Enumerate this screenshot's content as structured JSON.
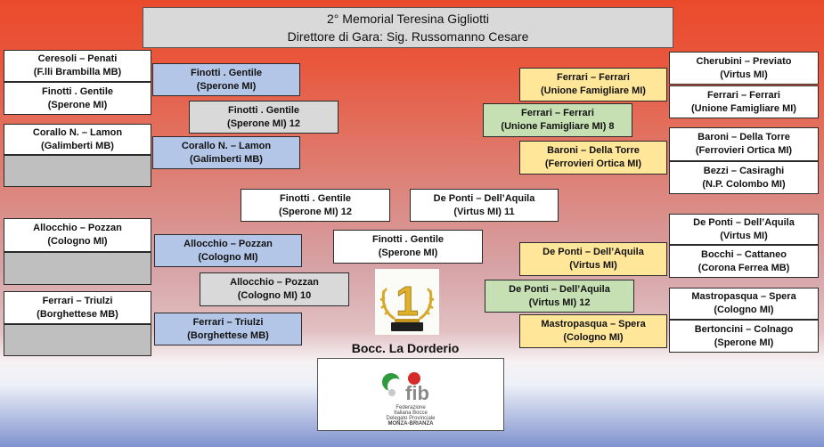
{
  "header": {
    "title": "2° Memorial Teresina Gigliotti",
    "subtitle": "Direttore di Gara: Sig. Russomanno Cesare"
  },
  "left_round1": [
    {
      "names": "Ceresoli – Penati",
      "club": "(F.lli Brambilla MB)"
    },
    {
      "names": "Finotti . Gentile",
      "club": "(Sperone MI)"
    },
    {
      "names": "Corallo N. – Lamon",
      "club": "(Galimberti MB)"
    },
    {
      "names": "",
      "club": ""
    },
    {
      "names": "Allocchio – Pozzan",
      "club": "(Cologno MI)"
    },
    {
      "names": "",
      "club": ""
    },
    {
      "names": "Ferrari – Triulzi",
      "club": "(Borghettese MB)"
    },
    {
      "names": "",
      "club": ""
    }
  ],
  "left_round2": [
    {
      "names": "Finotti . Gentile",
      "club": "(Sperone MI)"
    },
    {
      "names": "Corallo N. – Lamon",
      "club": "(Galimberti MB)"
    },
    {
      "names": "Allocchio – Pozzan",
      "club": "(Cologno MI)"
    },
    {
      "names": "Ferrari – Triulzi",
      "club": "(Borghettese MB)"
    }
  ],
  "left_round3": [
    {
      "names": "Finotti . Gentile",
      "club": "(Sperone MI)  12"
    },
    {
      "names": "Allocchio – Pozzan",
      "club": "(Cologno MI)  10"
    }
  ],
  "semifinal": [
    {
      "names": "Finotti . Gentile",
      "club": "(Sperone MI)  12"
    },
    {
      "names": "De Ponti – Dell’Aquila",
      "club": "(Virtus MI)  11"
    }
  ],
  "winner": {
    "names": "Finotti . Gentile",
    "club": "(Sperone MI)"
  },
  "right_round1": [
    {
      "names": "Cherubini – Previato",
      "club": "(Virtus MI)"
    },
    {
      "names": "Ferrari – Ferrari",
      "club": "(Unione Famigliare MI)"
    },
    {
      "names": "Baroni – Della Torre",
      "club": "(Ferrovieri Ortica MI)"
    },
    {
      "names": "Bezzi – Casiraghi",
      "club": "(N.P. Colombo MI)"
    },
    {
      "names": "De Ponti – Dell’Aquila",
      "club": "(Virtus MI)"
    },
    {
      "names": "Bocchi – Cattaneo",
      "club": "(Corona Ferrea MB)"
    },
    {
      "names": "Mastropasqua – Spera",
      "club": "(Cologno MI)"
    },
    {
      "names": "Bertoncini – Colnago",
      "club": "(Sperone MI)"
    }
  ],
  "right_round2": [
    {
      "names": "Ferrari – Ferrari",
      "club": "(Unione Famigliare MI)"
    },
    {
      "names": "Baroni – Della Torre",
      "club": "(Ferrovieri Ortica MI)"
    },
    {
      "names": "De Ponti – Dell’Aquila",
      "club": "(Virtus MI)"
    },
    {
      "names": "Mastropasqua – Spera",
      "club": "(Cologno MI)"
    }
  ],
  "right_round3": [
    {
      "names": "Ferrari – Ferrari",
      "club": "(Unione Famigliare MI)  8"
    },
    {
      "names": "De Ponti – Dell’Aquila",
      "club": "(Virtus MI)  12"
    }
  ],
  "footer": {
    "club_name": "Bocc. La Dorderio",
    "logo_text": "fib",
    "logo_line1": "Federazione",
    "logo_line2": "Italiana Bocce",
    "logo_line3": "Delegato Provinciale",
    "logo_line4": "MONZA-BRIANZA",
    "trophy_numeral": "1"
  },
  "colors": {
    "left_round2": "#b4c6e7",
    "left_round3": "#d9d9d9",
    "right_round2": "#ffe699",
    "right_round3": "#c6e0b4",
    "empty_slot": "#bfbfbf"
  }
}
